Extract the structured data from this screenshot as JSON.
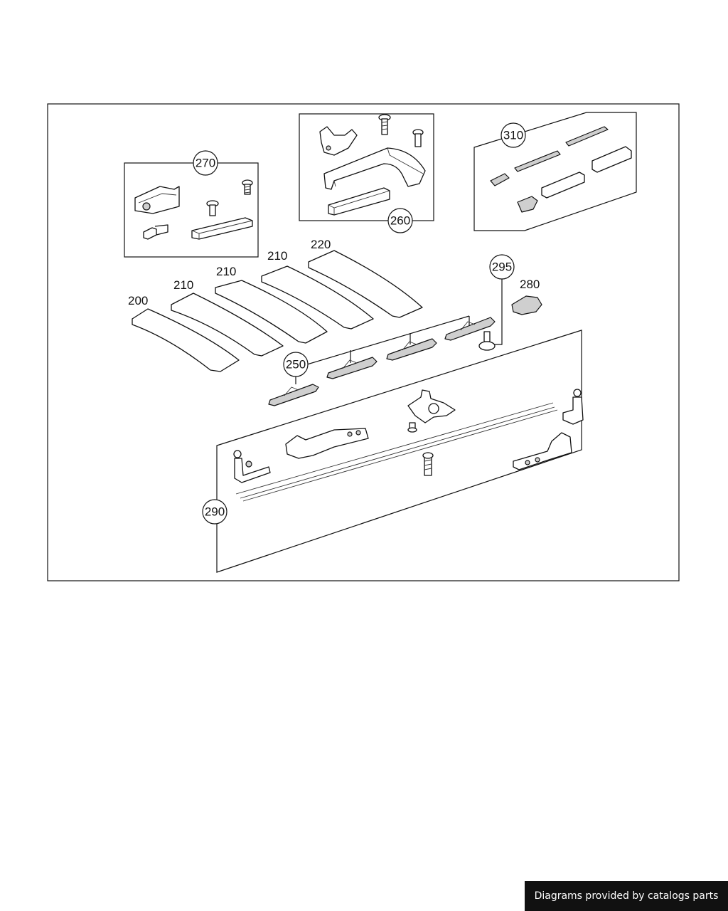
{
  "labels": {
    "l200": "200",
    "l210a": "210",
    "l210b": "210",
    "l210c": "210",
    "l220": "220",
    "l250": "250",
    "l260": "260",
    "l270": "270",
    "l280": "280",
    "l290": "290",
    "l295": "295",
    "l310": "310"
  },
  "footer": {
    "credit": "Diagrams provided by catalogs parts"
  }
}
